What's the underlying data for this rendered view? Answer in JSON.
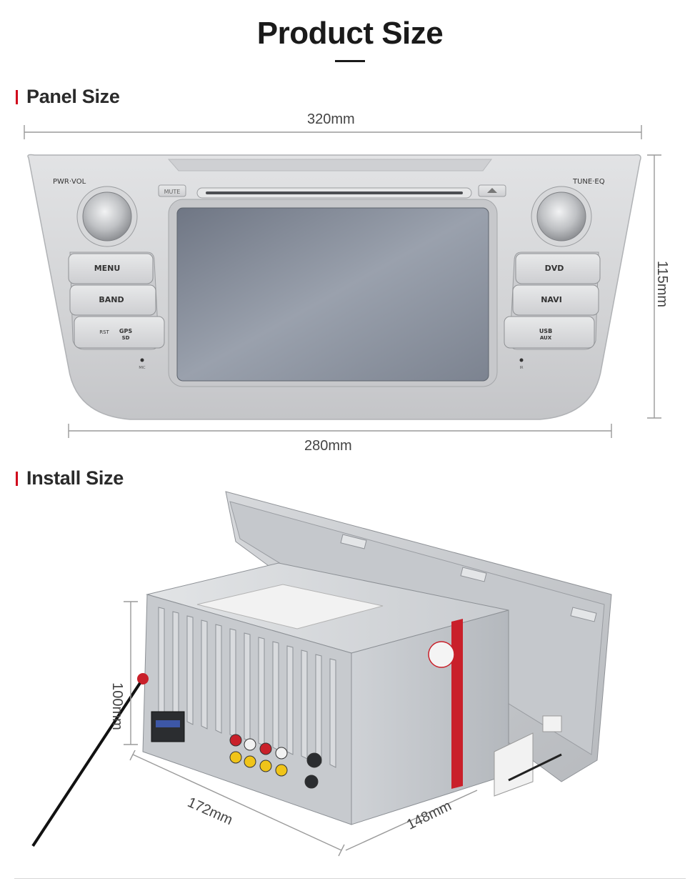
{
  "page": {
    "title": "Product Size"
  },
  "panel_section": {
    "heading": "Panel Size",
    "top_width": "320mm",
    "bottom_width": "280mm",
    "height": "115mm",
    "labels": {
      "pwr_vol": "PWR·VOL",
      "tune_eq": "TUNE·EQ",
      "mute": "MUTE",
      "menu": "MENU",
      "band": "BAND",
      "rst": "RST",
      "gps": "GPS",
      "sd": "SD",
      "mic": "MIC",
      "dvd": "DVD",
      "navi": "NAVI",
      "usb": "USB",
      "aux": "AUX",
      "ir": "IR"
    }
  },
  "install_section": {
    "heading": "Install Size",
    "height": "100mm",
    "width": "172mm",
    "depth": "148mm"
  },
  "colors": {
    "accent": "#d0021b",
    "dimension_line": "#9a9a9a",
    "panel_silver": "#d3d4d6",
    "screen": "#8a929f"
  }
}
